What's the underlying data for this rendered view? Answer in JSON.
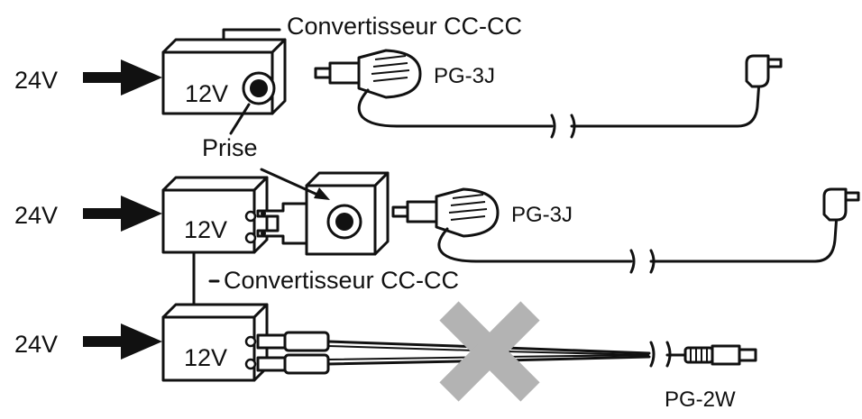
{
  "labels": {
    "converter_top": "Convertisseur CC-CC",
    "converter_mid": "Convertisseur CC-CC",
    "input_1": "24V",
    "input_2": "24V",
    "input_3": "24V",
    "output_1": "12V",
    "output_2": "12V",
    "output_3": "12V",
    "socket": "Prise",
    "cable_1": "PG-3J",
    "cable_2": "PG-3J",
    "cable_3": "PG-2W"
  },
  "colors": {
    "ink": "#111111",
    "prohibited_cross": "#b3b3b3"
  }
}
